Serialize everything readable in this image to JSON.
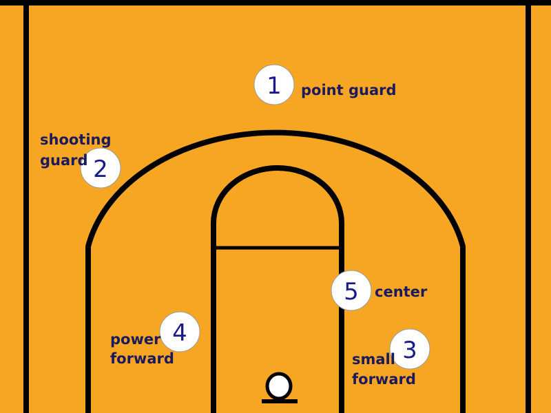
{
  "court": {
    "floor_color": "#f6a623",
    "line_color": "#000000",
    "marker_fill": "#ffffff",
    "number_color": "#1a1a8c",
    "label_color": "#1a1a5c"
  },
  "players": [
    {
      "number": "1",
      "label_lines": [
        "point guard"
      ]
    },
    {
      "number": "2",
      "label_lines": [
        "shooting",
        "guard"
      ]
    },
    {
      "number": "3",
      "label_lines": [
        "small",
        "forward"
      ]
    },
    {
      "number": "4",
      "label_lines": [
        "power",
        "forward"
      ]
    },
    {
      "number": "5",
      "label_lines": [
        "center"
      ]
    }
  ]
}
